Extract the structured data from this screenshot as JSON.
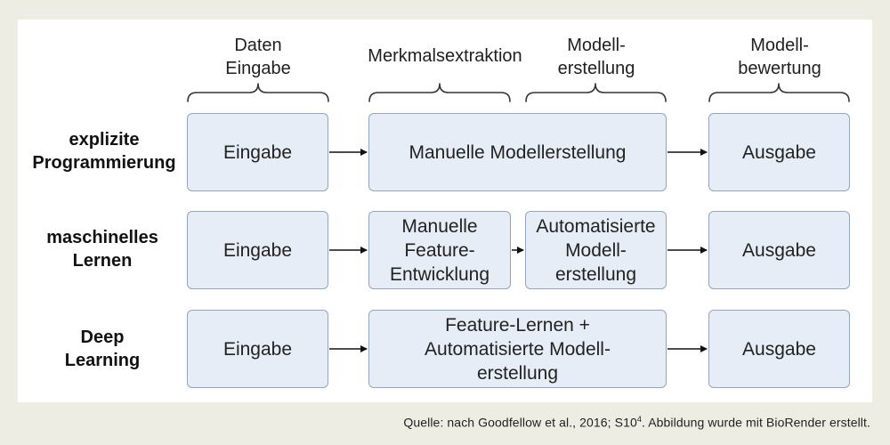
{
  "headers": {
    "data_input": "Daten\nEingabe",
    "feature_extraction": "Merkmalsextraktion",
    "model_building": "Modell-\nerstellung",
    "model_evaluation": "Modell-\nbewertung"
  },
  "rows": {
    "explicit": {
      "label": "explizite\nProgrammierung",
      "input": "Eingabe",
      "middle": "Manuelle Modellerstellung",
      "output": "Ausgabe"
    },
    "ml": {
      "label": "maschinelles\nLernen",
      "input": "Eingabe",
      "feature": "Manuelle\nFeature-\nEntwicklung",
      "model": "Automatisierte\nModell-\nerstellung",
      "output": "Ausgabe"
    },
    "dl": {
      "label": "Deep\nLearning",
      "input": "Eingabe",
      "middle": "Feature-Lernen +\nAutomatisierte Modell-\nerstellung",
      "output": "Ausgabe"
    }
  },
  "caption": {
    "text": "Quelle: nach Goodfellow et al., 2016; S10",
    "superscript": "4",
    "suffix": ". Abbildung wurde mit BioRender erstellt."
  }
}
